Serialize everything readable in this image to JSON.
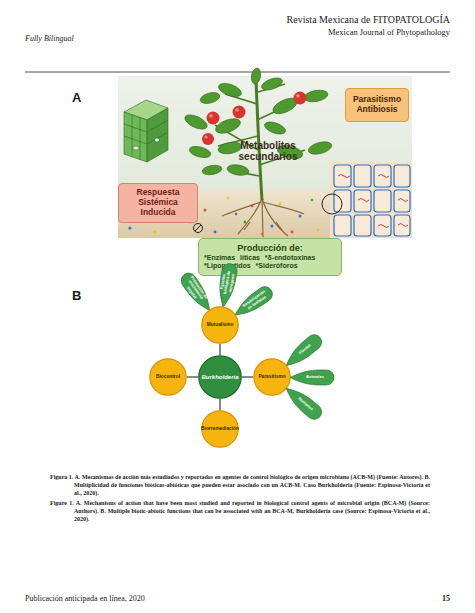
{
  "diagram": {
    "caption": "Figura 1. A. Mecanismos de acción más estudiados y reportados en agentes de control biológico de origen microbiano (ACB-M) (Fuente: Autores). B. Multiplicidad de funciones bióticas-abióticas que pueden estar asociado con un ACB-M. Caso Burkholderia (Fuente: Espinosa-Victoria et al., 2020).",
    "nodes": [
      {
        "text": [
          "Parasitismo Antibiosis"
        ]
      },
      {
        "text": [
          "Respuesta Sistémica Inducida"
        ]
      },
      {
        "text": [
          "Producción de:",
          "*Enzimas líticas *δ-endotoxinas *Lipopéptidos *Sideróforos"
        ]
      },
      {
        "text": [
          "Promoción de crecimiento vegetal"
        ]
      },
      {
        "text": [
          "Fijación biológica de nitrógeno"
        ]
      },
      {
        "text": [
          "Solubilización de fosfatos"
        ]
      },
      {
        "text": [
          "Mutualismo"
        ]
      },
      {
        "text": [
          "Plantas"
        ]
      },
      {
        "text": [
          "Biocontrol"
        ]
      },
      {
        "text": [
          "Burkholderia"
        ]
      },
      {
        "text": [
          "Parasitismo"
        ]
      },
      {
        "text": [
          "Animales"
        ]
      },
      {
        "text": [
          "Humanos"
        ]
      },
      {
        "text": [
          "Biorremediación"
        ]
      }
    ],
    "edges": [
      {
        "from": 9,
        "to": 6,
        "arrow": "none"
      },
      {
        "from": 9,
        "to": 8,
        "arrow": "none"
      },
      {
        "from": 9,
        "to": 10,
        "arrow": "none"
      },
      {
        "from": 9,
        "to": 13,
        "arrow": "none"
      }
    ],
    "labels": [
      "Fully Bilingual",
      "Revista Mexicana de FITOPATOLOGÍA",
      "Mexican Journal of Phytopathology",
      "A",
      "Metabolitos secundarios",
      "B",
      "Figure 1. A. Mechanisms of action that have been most studied and reported in biological control agents of microbial origin (BCA-M) (Source: Authors). B. Multiple biotic-abiotic functions that can be associated with an BCA-M, Burkholderia case (Source: Espinosa-Victoria et al., 2020).",
      "Publicación anticipada en línea, 2020",
      "15"
    ]
  }
}
